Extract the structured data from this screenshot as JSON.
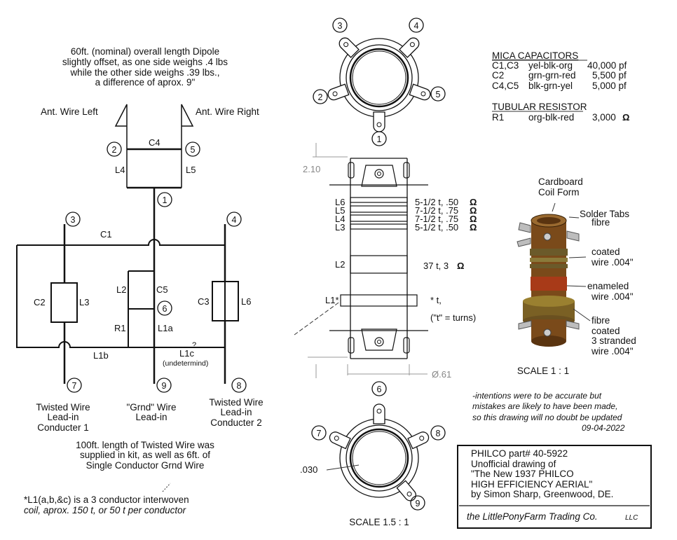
{
  "description_block": {
    "lines": [
      "60ft. (nominal) overall length Dipole",
      "slightly offset, as one side weighs .4 lbs",
      "while the other side weighs .39 lbs.,",
      "a difference of aprox. 9\""
    ]
  },
  "schematic": {
    "ant_left": "Ant. Wire Left",
    "ant_right": "Ant. Wire Right",
    "labels": {
      "c4": "C4",
      "l4": "L4",
      "l5": "L5",
      "c1": "C1",
      "c2": "C2",
      "l3": "L3",
      "l2": "L2",
      "c5": "C5",
      "r1": "R1",
      "l1a": "L1a",
      "c3": "C3",
      "l6": "L6",
      "l1b": "L1b",
      "l1c": "L1c",
      "l1c_q": "?",
      "undetermind": "(undetermind)"
    },
    "nodes": {
      "n1": "1",
      "n2": "2",
      "n3": "3",
      "n4": "4",
      "n5": "5",
      "n6": "6",
      "n7": "7",
      "n8": "8",
      "n9": "9"
    },
    "lead_left": [
      "Twisted Wire",
      "Lead-in",
      "Conducter 1"
    ],
    "lead_center": [
      "\"Grnd\" Wire",
      "Lead-in"
    ],
    "lead_right": [
      "Twisted Wire",
      "Lead-in",
      "Conducter 2"
    ]
  },
  "kit_note": [
    "100ft. length of Twisted Wire was",
    "supplied in kit, as well as 6ft. of",
    "Single Conductor Grnd Wire"
  ],
  "footnote": [
    "*L1(a,b,&c) is a 3 conductor interwoven",
    "coil, aprox. 150 t, or 50 t per conductor"
  ],
  "top_view": {
    "tabs": [
      "3",
      "4",
      "2",
      "5",
      "1"
    ]
  },
  "side_view": {
    "dim_top": "2.10",
    "dim_dia": "Ø.61",
    "coils": [
      {
        "name": "L6",
        "spec": "5-1/2 t, .50",
        "ohm": "Ω"
      },
      {
        "name": "L5",
        "spec": "7-1/2 t, .75",
        "ohm": "Ω"
      },
      {
        "name": "L4",
        "spec": "7-1/2 t, .75",
        "ohm": "Ω"
      },
      {
        "name": "L3",
        "spec": "5-1/2 t, .50",
        "ohm": "Ω"
      }
    ],
    "l2_name": "L2",
    "l2_spec": "37 t, 3",
    "l2_ohm": "Ω",
    "l1_name": "L1*",
    "l1_spec": "* t,",
    "turns_note": "(\"t\"  =  turns)"
  },
  "bottom_view": {
    "tabs": [
      "6",
      "7",
      "8",
      "9"
    ],
    "dim": ".030",
    "scale": "SCALE  1.5 : 1"
  },
  "capacitors": {
    "title": "MICA CAPACITORS",
    "rows": [
      {
        "name": "C1,C3",
        "code": "yel-blk-org",
        "value": "40,000 pf"
      },
      {
        "name": "C2",
        "code": "grn-grn-red",
        "value": "5,500 pf"
      },
      {
        "name": "C4,C5",
        "code": "blk-grn-yel",
        "value": "5,000 pf"
      }
    ]
  },
  "resistor": {
    "title": "TUBULAR RESISTOR",
    "row": {
      "name": "R1",
      "code": "org-blk-red",
      "value": "3,000",
      "ohm": "Ω"
    }
  },
  "iso_view": {
    "cardboard": [
      "Cardboard",
      "Coil Form"
    ],
    "solder": "Solder Tabs",
    "fibre1": [
      "fibre",
      "coated",
      "wire .004\""
    ],
    "enameled": [
      "enameled",
      "wire .004\""
    ],
    "fibre2": [
      "fibre",
      "coated",
      "3 stranded",
      "wire .004\""
    ],
    "scale": "SCALE  1 : 1"
  },
  "disclaimer": [
    "-intentions were to be accurate but",
    "mistakes are likely to have been made,",
    "so this drawing will no doubt be updated",
    "09-04-2022"
  ],
  "title_block": {
    "lines": [
      "PHILCO part# 40-5922",
      "Unofficial drawing of",
      "\"The New 1937 PHILCO",
      "HIGH EFFICIENCY AERIAL\"",
      "by Simon Sharp, Greenwood, DE."
    ],
    "company": "the LittlePonyFarm Trading Co.",
    "llc": "LLC"
  }
}
